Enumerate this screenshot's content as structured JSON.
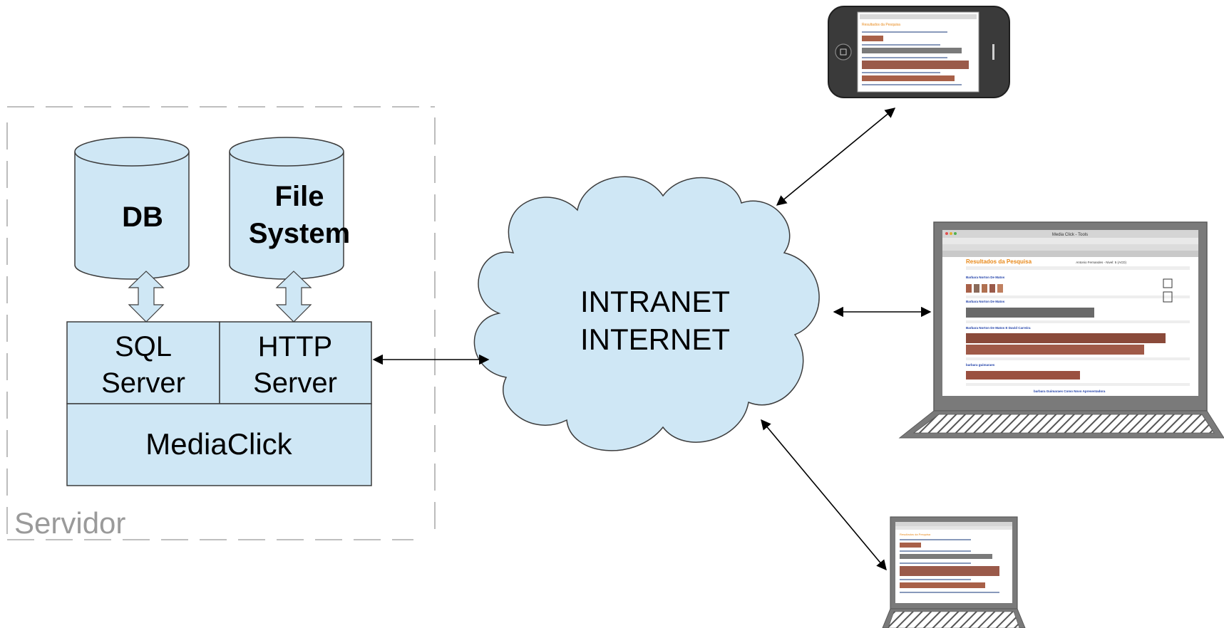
{
  "server": {
    "label": "Servidor",
    "databases": [
      {
        "lines": [
          "DB"
        ]
      },
      {
        "lines": [
          "File",
          "System"
        ]
      }
    ],
    "servers": [
      {
        "lines": [
          "SQL",
          "Server"
        ]
      },
      {
        "lines": [
          "HTTP",
          "Server"
        ]
      }
    ],
    "app": "MediaClick"
  },
  "network": {
    "lines": [
      "INTRANET",
      "INTERNET"
    ]
  },
  "devices": [
    {
      "kind": "phone-icon"
    },
    {
      "kind": "laptop-icon"
    },
    {
      "kind": "small-laptop-icon"
    }
  ],
  "screen_mock": {
    "window_title": "Media Click - Tools",
    "page_heading": "Resultados da Pesquisa",
    "user": "Antonio Fernandes - Nivel: 5 (ACD)",
    "entries": [
      {
        "name": "Barbara Norton De Matos"
      },
      {
        "name": "Barbara Norton De Matos"
      },
      {
        "name": "Barbara Norton De Matos E David Carreira"
      },
      {
        "name": "barbara guimaraes"
      },
      {
        "name": "barbara Guimaraes Como Novo Apresentadora"
      }
    ]
  },
  "colors": {
    "fill": "#cfe7f5",
    "stroke": "#3c3c3c",
    "dash": "#999999",
    "device_dark": "#3a3a3a",
    "device_gray": "#777777",
    "heading_orange": "#e8891a",
    "link_blue": "#1f3fa8"
  }
}
